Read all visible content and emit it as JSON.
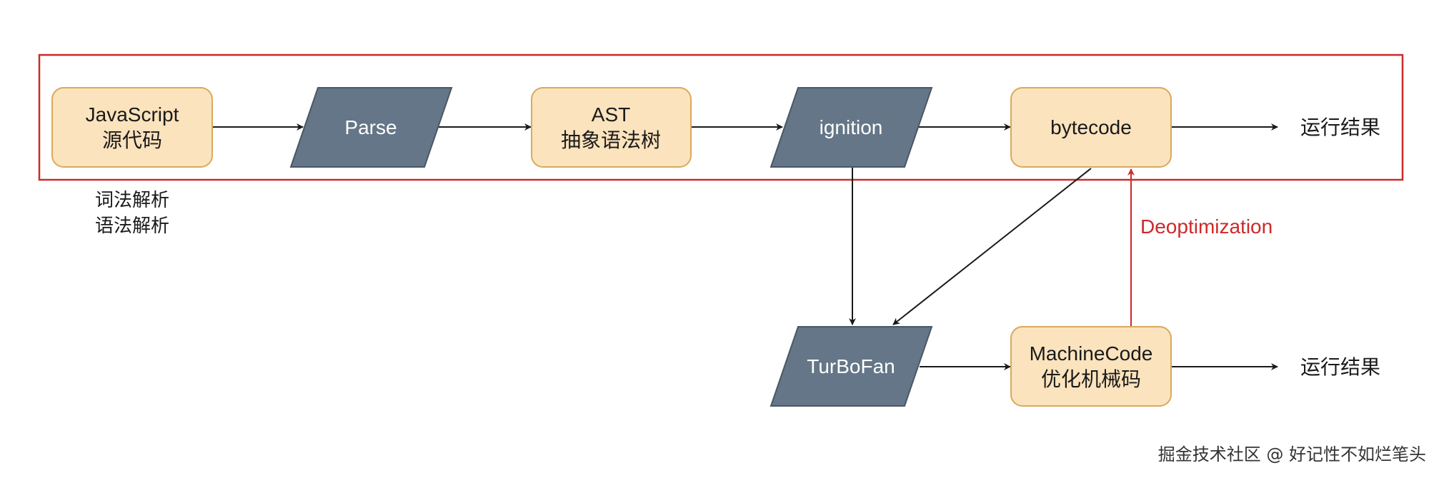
{
  "colors": {
    "box_fill": "#fbe3bd",
    "box_stroke": "#d8aa5c",
    "para_fill": "#647687",
    "para_stroke": "#4a5866",
    "arrow": "#1a1a1a",
    "highlight": "#cc2a2a"
  },
  "nodes": {
    "javascript": {
      "line1": "JavaScript",
      "line2": "源代码"
    },
    "parse": {
      "label": "Parse"
    },
    "ast": {
      "line1": "AST",
      "line2": "抽象语法树"
    },
    "ignition": {
      "label": "ignition"
    },
    "bytecode": {
      "label": "bytecode"
    },
    "result_top": {
      "label": "运行结果"
    },
    "turbofan": {
      "label": "TurBoFan"
    },
    "machinecode": {
      "line1": "MachineCode",
      "line2": "优化机械码"
    },
    "result_bottom": {
      "label": "运行结果"
    }
  },
  "notes": {
    "line1": "词法解析",
    "line2": "语法解析"
  },
  "edges": {
    "deopt_label": "Deoptimization"
  },
  "watermark": "掘金技术社区 @ 好记性不如烂笔头"
}
